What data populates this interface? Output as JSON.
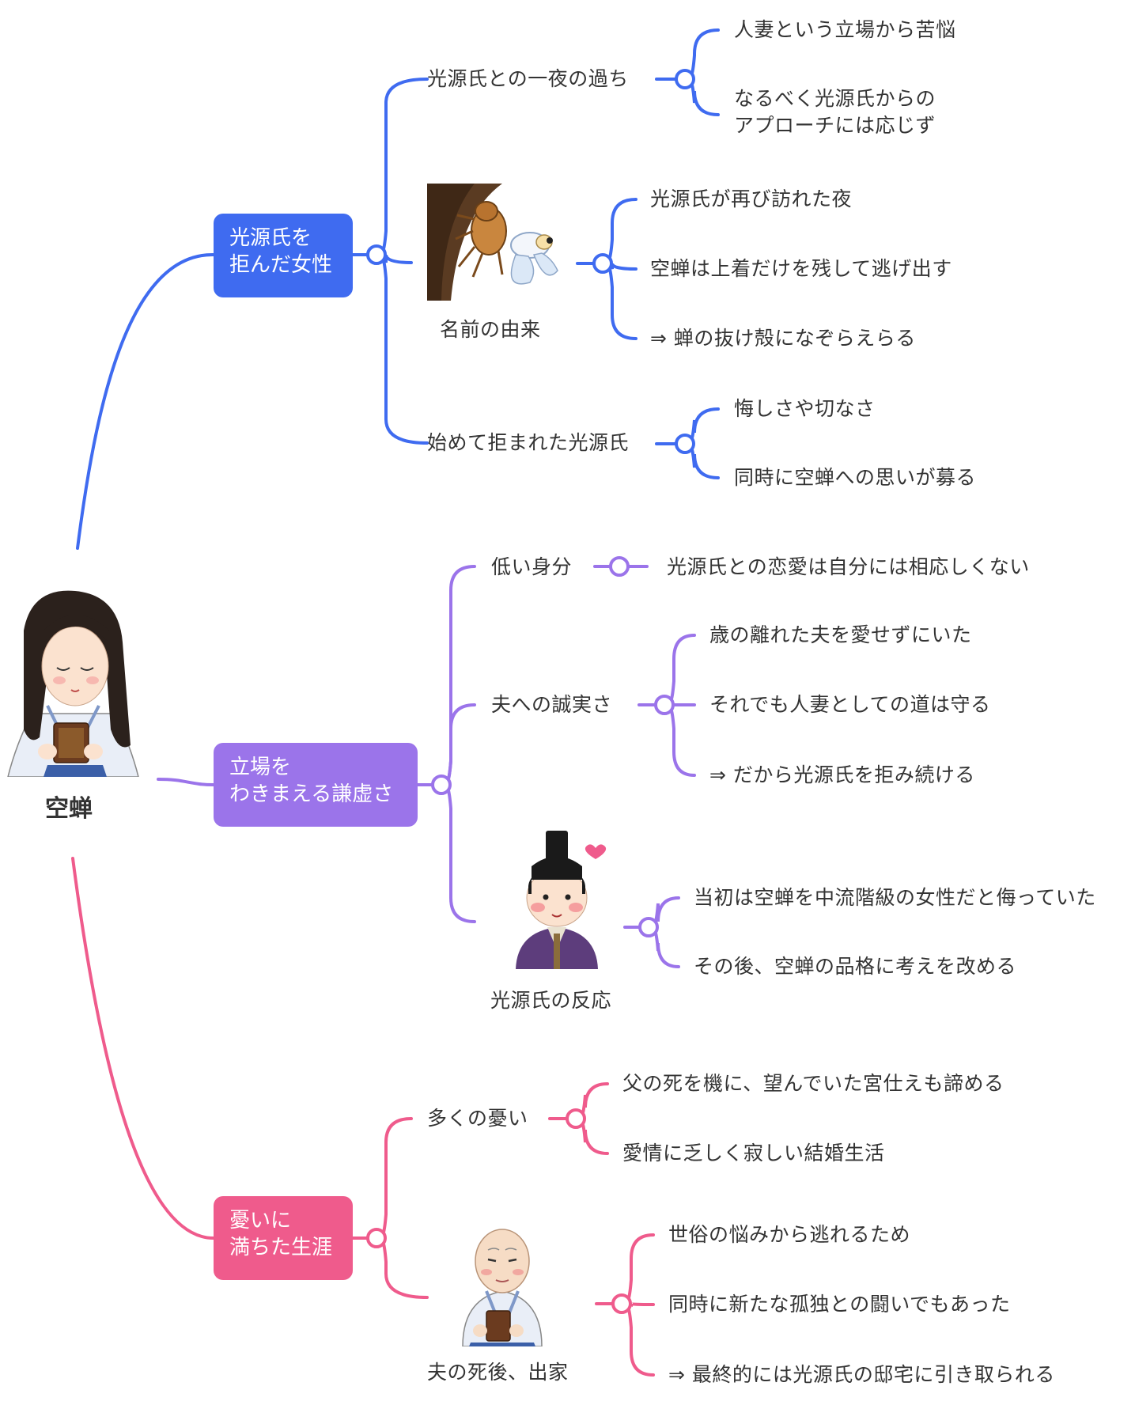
{
  "root": {
    "label": "空蝉"
  },
  "colors": {
    "blue": "#3F6BF0",
    "purple": "#9B74EA",
    "pink": "#EF5B8C"
  },
  "branches": [
    {
      "label_lines": [
        "光源氏を",
        "拒んだ女性"
      ],
      "color": "#3F6BF0",
      "children": [
        {
          "label": "光源氏との一夜の過ち",
          "leaves": [
            "人妻という立場から苦悩",
            "なるべく光源氏からの\nアプローチには応じず"
          ]
        },
        {
          "label": "名前の由来",
          "illustration": "cicada-shell-icon",
          "leaves": [
            "光源氏が再び訪れた夜",
            "空蝉は上着だけを残して逃げ出す",
            "⇒ 蝉の抜け殻になぞらえらる"
          ]
        },
        {
          "label": "始めて拒まれた光源氏",
          "leaves": [
            "悔しさや切なさ",
            "同時に空蝉への思いが募る"
          ]
        }
      ]
    },
    {
      "label_lines": [
        "立場を",
        "わきまえる謙虚さ"
      ],
      "color": "#9B74EA",
      "children": [
        {
          "label": "低い身分",
          "leaves": [
            "光源氏との恋愛は自分には相応しくない"
          ]
        },
        {
          "label": "夫への誠実さ",
          "leaves": [
            "歳の離れた夫を愛せずにいた",
            "それでも人妻としての道は守る",
            "⇒ だから光源氏を拒み続ける"
          ]
        },
        {
          "label": "光源氏の反応",
          "illustration": "nobleman-icon",
          "leaves": [
            "当初は空蝉を中流階級の女性だと侮っていた",
            "その後、空蝉の品格に考えを改める"
          ]
        }
      ]
    },
    {
      "label_lines": [
        "憂いに",
        "満ちた生涯"
      ],
      "color": "#EF5B8C",
      "children": [
        {
          "label": "多くの憂い",
          "leaves": [
            "父の死を機に、望んでいた宮仕えも諦める",
            "愛情に乏しく寂しい結婚生活"
          ]
        },
        {
          "label": "夫の死後、出家",
          "illustration": "nun-icon",
          "leaves": [
            "世俗の悩みから逃れるため",
            "同時に新たな孤独との闘いでもあった",
            "⇒ 最終的には光源氏の邸宅に引き取られる"
          ]
        }
      ]
    }
  ]
}
